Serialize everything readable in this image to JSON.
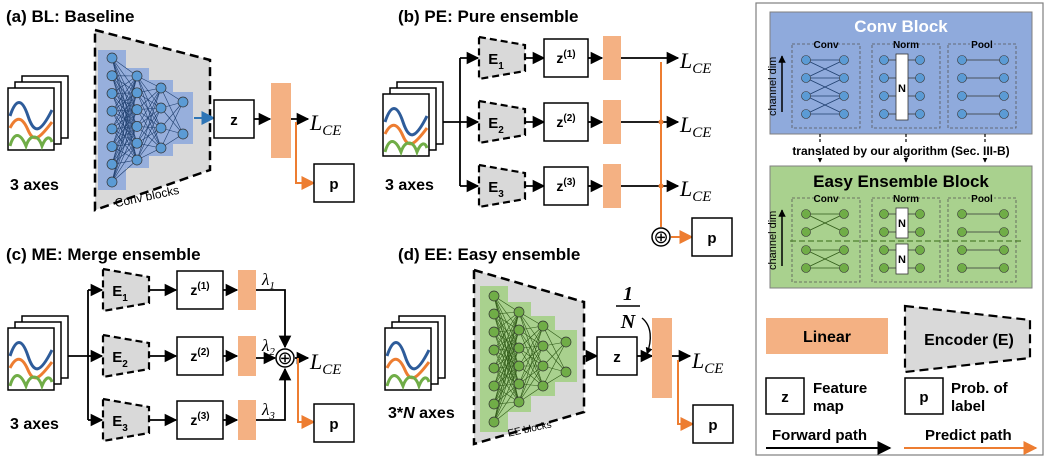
{
  "panels": {
    "bl": {
      "title": "(a) BL: Baseline",
      "input_label": "3 axes",
      "z": "z",
      "loss": "L",
      "loss_sub": "CE",
      "p": "p",
      "encoder_caption": "Conv blocks"
    },
    "pe": {
      "title": "(b) PE: Pure ensemble",
      "input_label": "3 axes",
      "encoders": [
        "E",
        "E",
        "E"
      ],
      "enc_subs": [
        "1",
        "2",
        "3"
      ],
      "z": "z",
      "z_sups": [
        "(1)",
        "(2)",
        "(3)"
      ],
      "loss": "L",
      "loss_sub": "CE",
      "p": "p",
      "sum_symbol": "⊕"
    },
    "me": {
      "title": "(c) ME: Merge ensemble",
      "input_label": "3 axes",
      "encoders": [
        "E",
        "E",
        "E"
      ],
      "enc_subs": [
        "1",
        "2",
        "3"
      ],
      "z": "z",
      "z_sups": [
        "(1)",
        "(2)",
        "(3)"
      ],
      "lambda": "λ",
      "lambda_subs": [
        "1",
        "2",
        "3"
      ],
      "loss": "L",
      "loss_sub": "CE",
      "p": "p",
      "sum_symbol": "⊕"
    },
    "ee": {
      "title": "(d) EE: Easy ensemble",
      "input_label_prefix": "3*",
      "input_label_n": "N",
      "input_label_suffix": " axes",
      "z": "z",
      "frac_num": "1",
      "frac_den": "N",
      "loss": "L",
      "loss_sub": "CE",
      "p": "p",
      "encoder_caption": "EE blocks"
    }
  },
  "legend": {
    "conv_block_title": "Conv Block",
    "easy_block_title": "Easy Ensemble Block",
    "col_conv": "Conv",
    "col_norm": "Norm",
    "col_pool": "Pool",
    "channel_dim": "channel dim",
    "norm_letter": "N",
    "translated": "translated by our algorithm (Sec. III-B)",
    "linear": "Linear",
    "encoder": "Encoder (E)",
    "z_key": "z",
    "z_desc_1": "Feature",
    "z_desc_2": "map",
    "p_key": "p",
    "p_desc_1": "Prob. of",
    "p_desc_2": "label",
    "forward_path": "Forward path",
    "predict_path": "Predict path"
  },
  "colors": {
    "orange": "#F4B183",
    "orange_line": "#ED7D31",
    "blue_block": "#8FAADC",
    "blue_node": "#5B9BD5",
    "green_block": "#A9D18E",
    "green_node": "#70AD47",
    "encoder_gray": "#D9D9D9",
    "signal_blue": "#2E5C9A",
    "signal_orange": "#ED7D31",
    "signal_green": "#70AD47"
  }
}
